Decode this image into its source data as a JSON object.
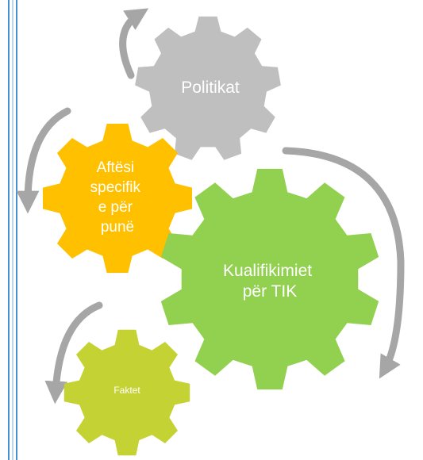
{
  "diagram": {
    "gears": [
      {
        "id": "politikat",
        "lines": [
          "Politikat"
        ],
        "color": "#bfbfbf"
      },
      {
        "id": "aftesi",
        "lines": [
          "Aftësi",
          "specifik",
          "e për",
          "punë"
        ],
        "color": "#ffc000"
      },
      {
        "id": "kualifikimiet",
        "lines": [
          "Kualifikimiet",
          "për TIK"
        ],
        "color": "#92d050"
      },
      {
        "id": "faktet",
        "lines": [
          "Faktet"
        ],
        "color": "#c4d233"
      }
    ],
    "arrow_color": "#a6a6a6",
    "border_color": "#4a90d0"
  }
}
